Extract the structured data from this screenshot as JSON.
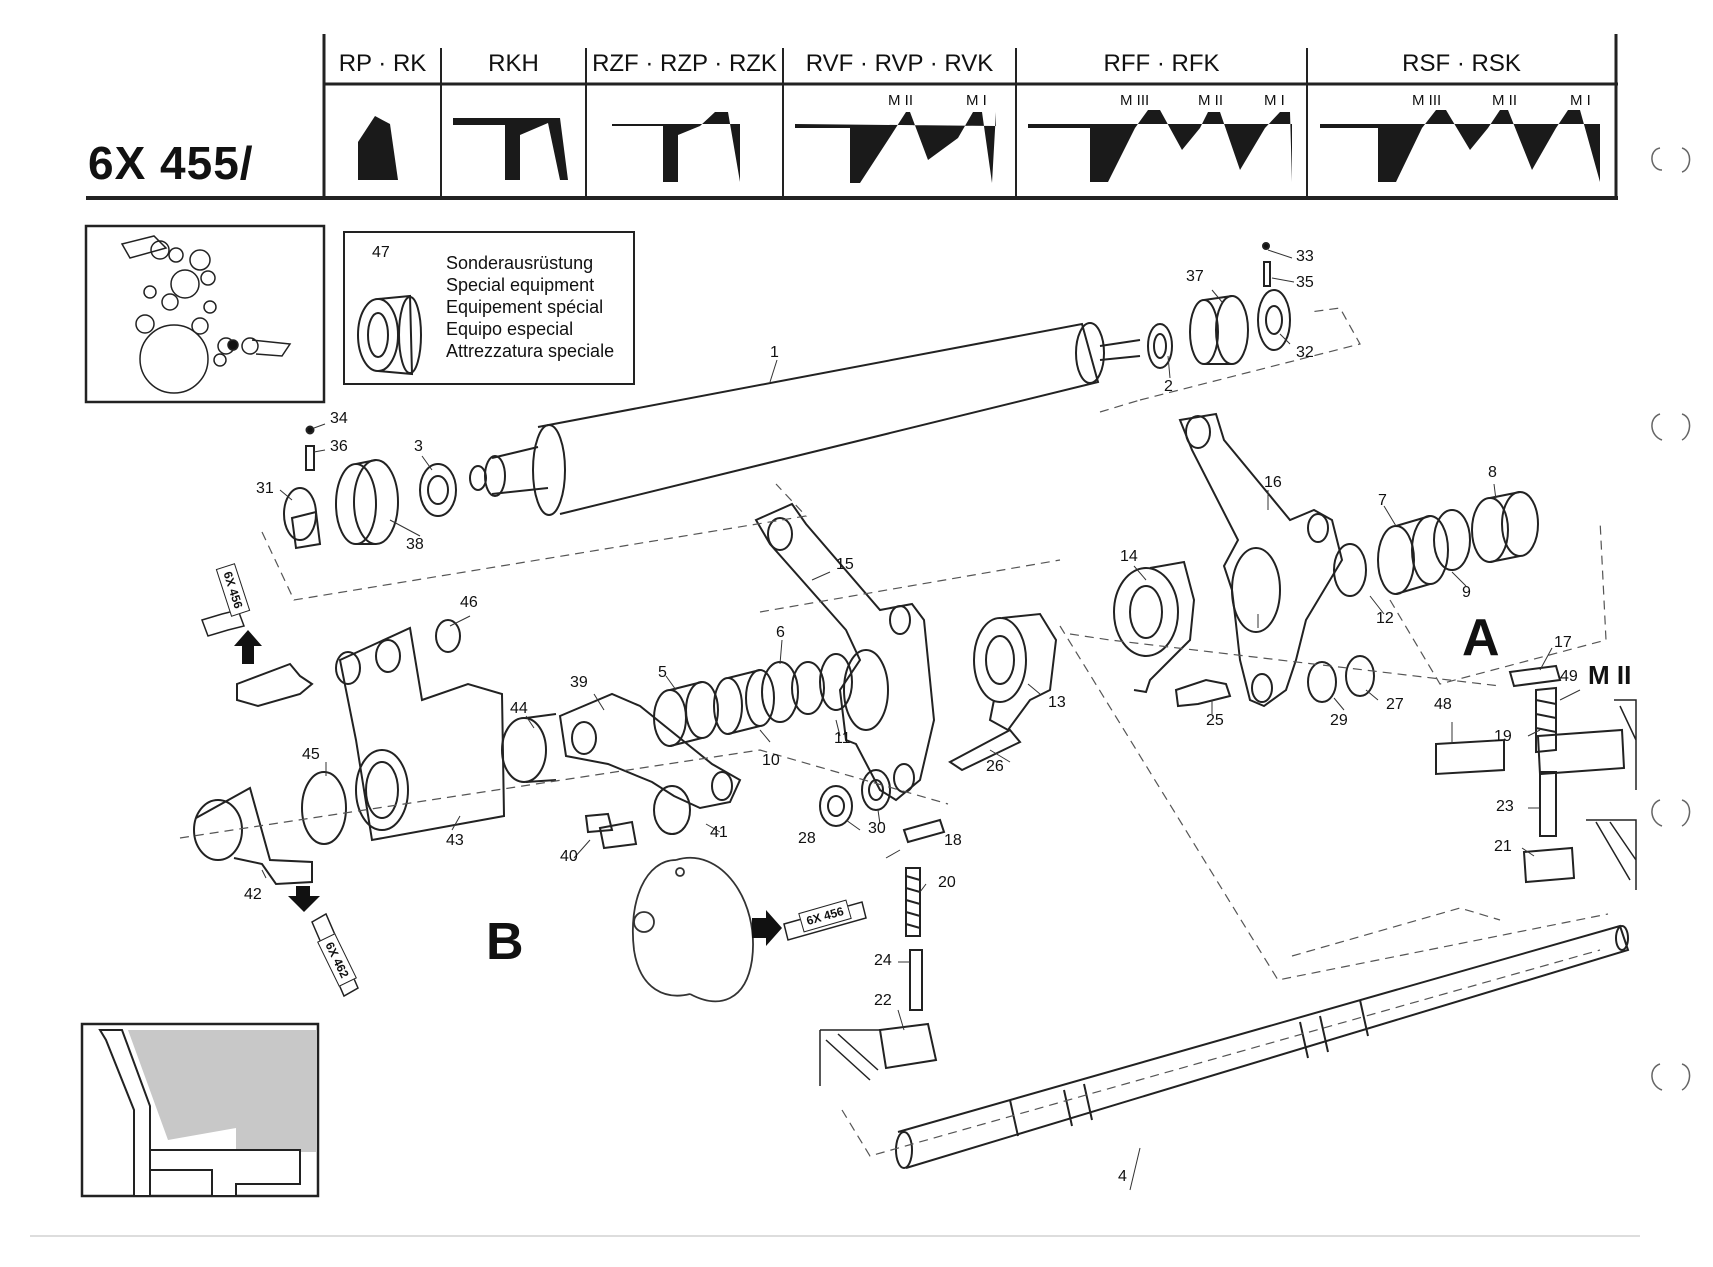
{
  "document": {
    "part_group": "6X 455/"
  },
  "header_columns": [
    {
      "label": "RP · RK",
      "sub": []
    },
    {
      "label": "RKH",
      "sub": []
    },
    {
      "label": "RZF · RZP · RZK",
      "sub": []
    },
    {
      "label": "RVF · RVP · RVK",
      "sub": [
        "M II",
        "M I"
      ]
    },
    {
      "label": "RFF · RFK",
      "sub": [
        "M III",
        "M II",
        "M I"
      ]
    },
    {
      "label": "RSF · RSK",
      "sub": [
        "M III",
        "M II",
        "M I"
      ]
    }
  ],
  "legend": {
    "part_number": "47",
    "lines": [
      "Sonderausrüstung",
      "Special equipment",
      "Equipement spécial",
      "Equipo especial",
      "Attrezzatura speciale"
    ]
  },
  "section_labels": {
    "a": "A",
    "b": "B",
    "m2": "M II"
  },
  "references": {
    "ref_456": "6X 456",
    "ref_462": "6X 462"
  },
  "callouts": {
    "c1": "1",
    "c2": "2",
    "c3": "3",
    "c4": "4",
    "c5": "5",
    "c6": "6",
    "c7": "7",
    "c8": "8",
    "c9": "9",
    "c10": "10",
    "c11": "11",
    "c12": "12",
    "c13": "13",
    "c14": "14",
    "c15": "15",
    "c16": "16",
    "c17": "17",
    "c18": "18",
    "c19": "19",
    "c20": "20",
    "c21": "21",
    "c22": "22",
    "c23": "23",
    "c24": "24",
    "c25": "25",
    "c26": "26",
    "c27": "27",
    "c28": "28",
    "c29": "29",
    "c30": "30",
    "c31": "31",
    "c32": "32",
    "c33": "33",
    "c34": "34",
    "c35": "35",
    "c36": "36",
    "c37": "37",
    "c38": "38",
    "c39": "39",
    "c40": "40",
    "c41": "41",
    "c42": "42",
    "c43": "43",
    "c44": "44",
    "c45": "45",
    "c46": "46",
    "c48": "48",
    "c49": "49"
  }
}
